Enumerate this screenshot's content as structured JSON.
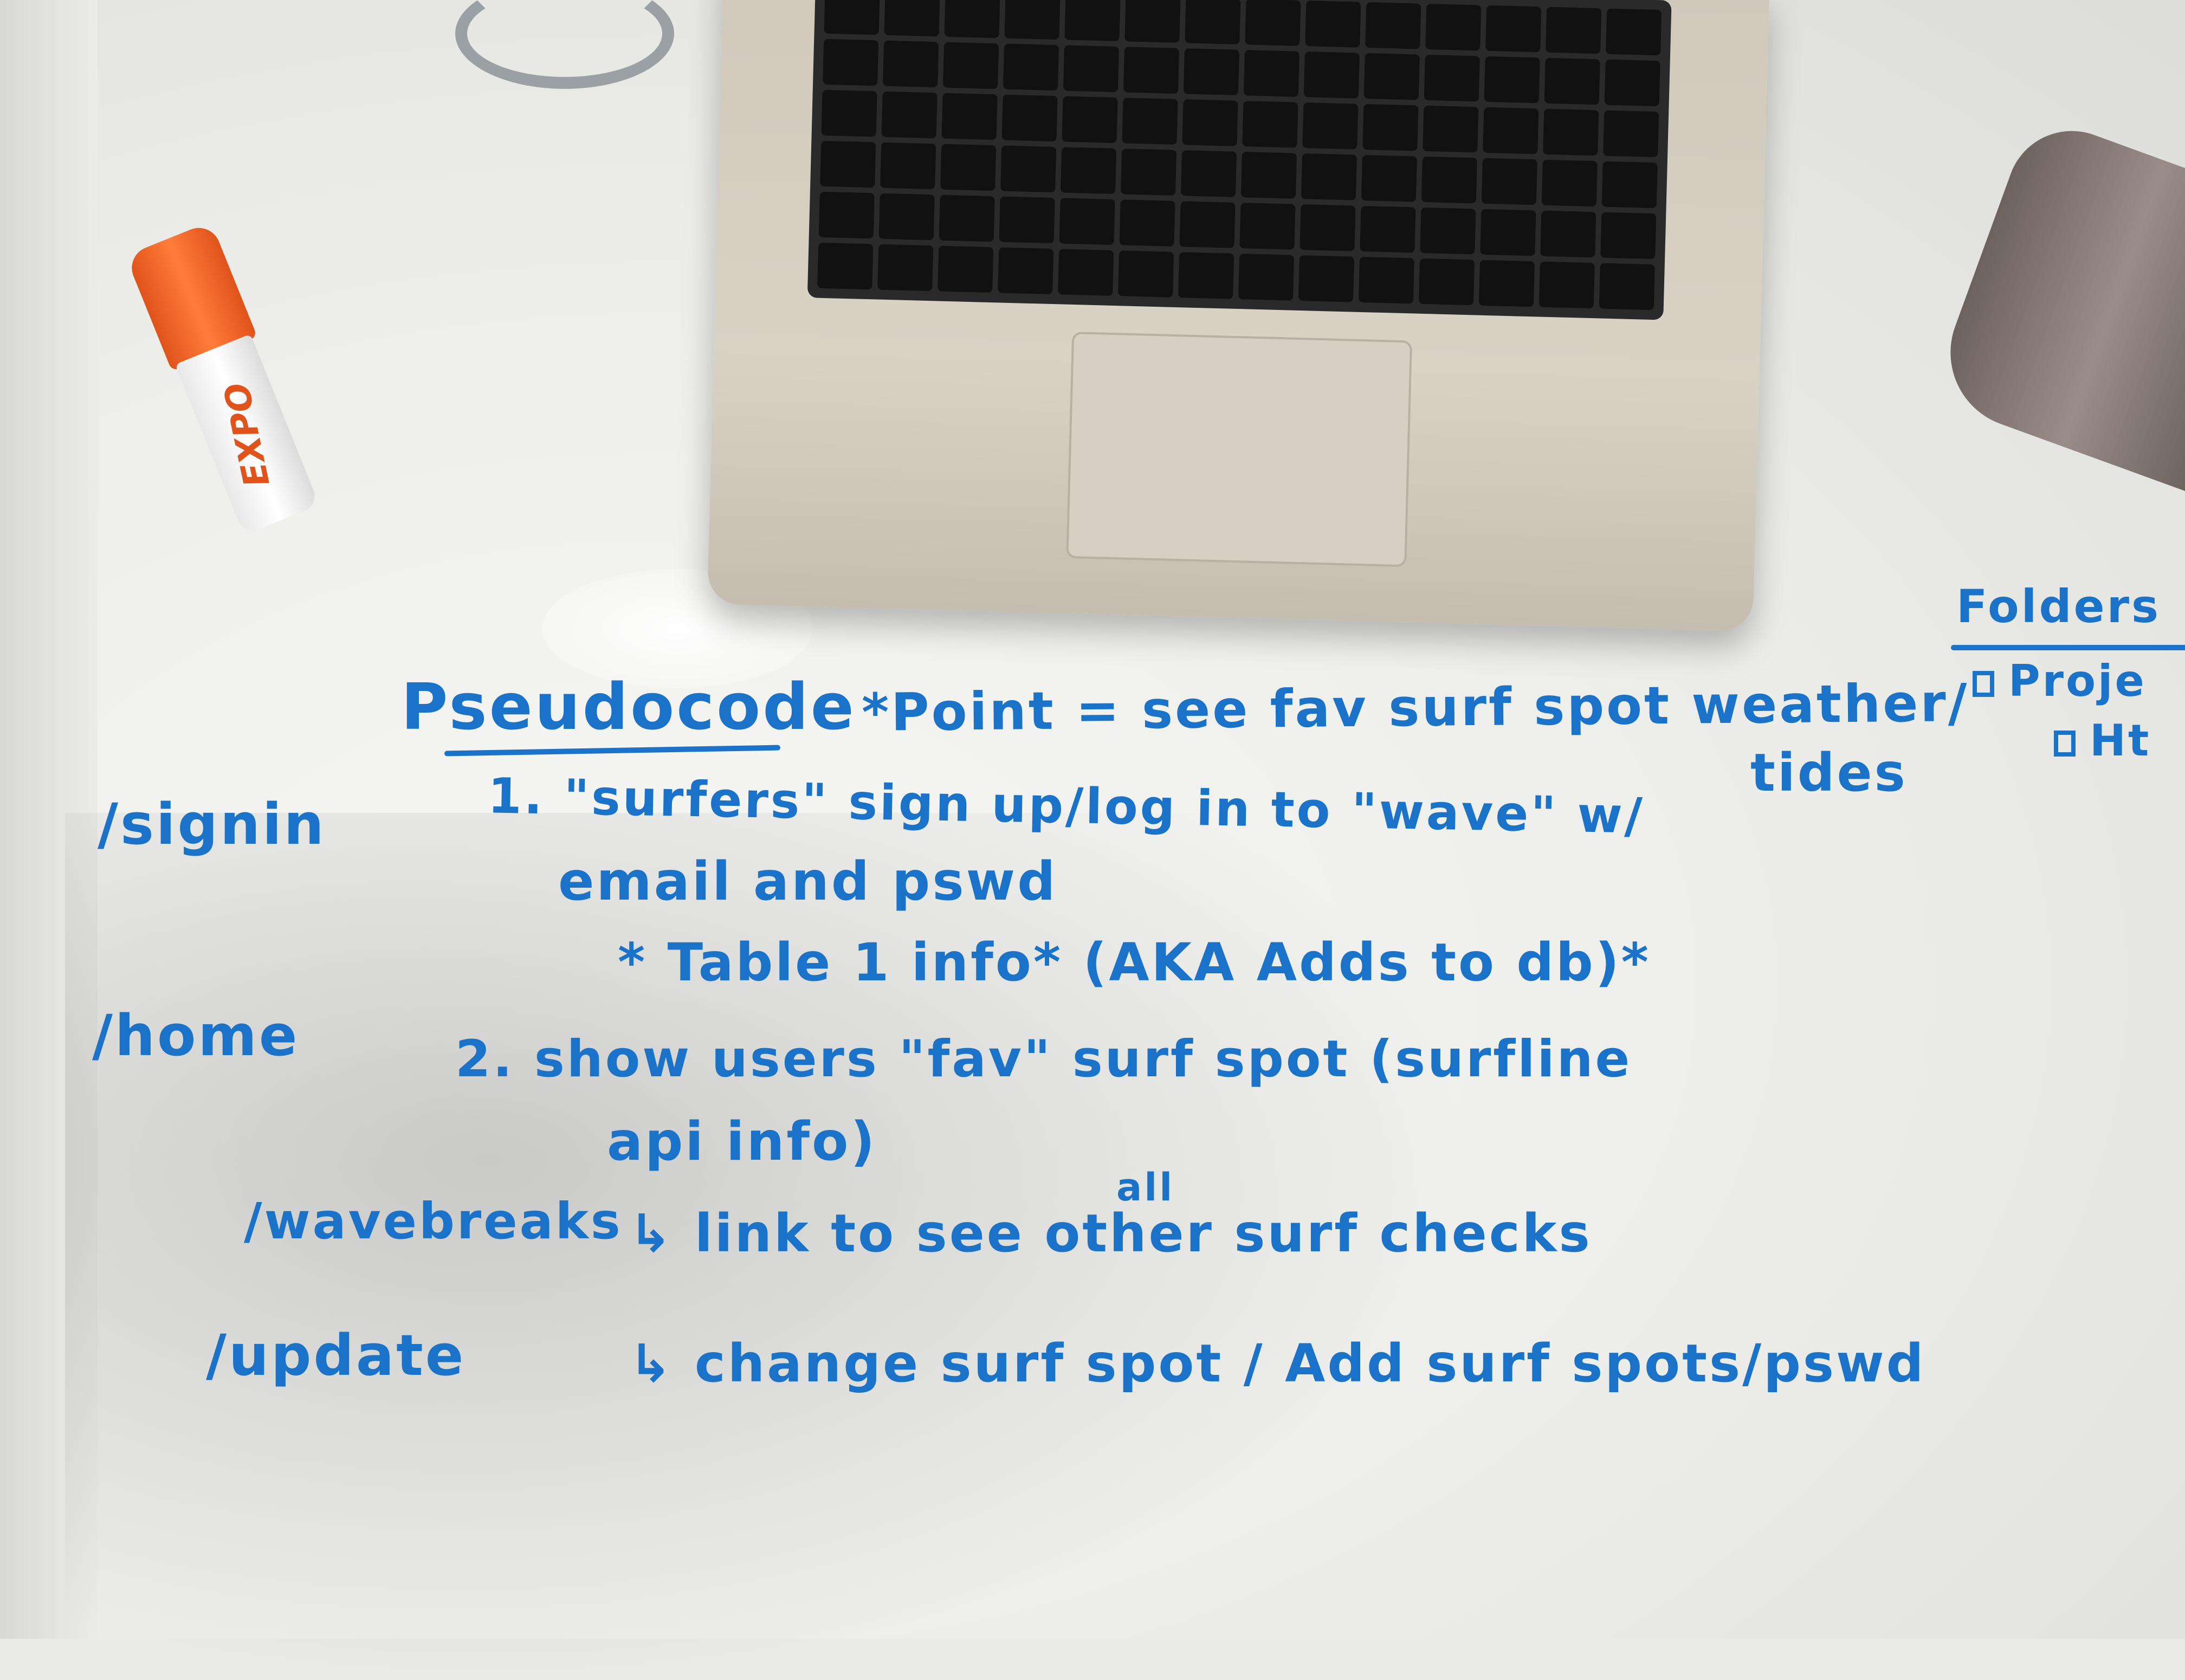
{
  "objects": {
    "marker_brand": "EXPO"
  },
  "whiteboard": {
    "title": "Pseudocode",
    "point": "*Point = see fav surf spot weather/",
    "point_cont": "tides",
    "routes": [
      "/signin",
      "/home",
      "/wavebreaks",
      "/update"
    ],
    "step1_line1": "1. \"surfers\" sign up/log in to \"wave\" w/",
    "step1_line2": "email and pswd",
    "step1_note": "* Table 1 info* (AKA Adds to db)*",
    "step2_line1": "2. show users \"fav\" surf spot (surfline",
    "step2_line2": "api info)",
    "link_line": "↳ link to see other surf checks",
    "link_insert": "all",
    "change_line": "↳ change surf spot / Add surf spots/pswd",
    "folders_title": "Folders",
    "folders_items": [
      "Proje",
      "Ht"
    ]
  },
  "colors": {
    "ink": "#1a73c9",
    "marker": "#e0531b"
  }
}
